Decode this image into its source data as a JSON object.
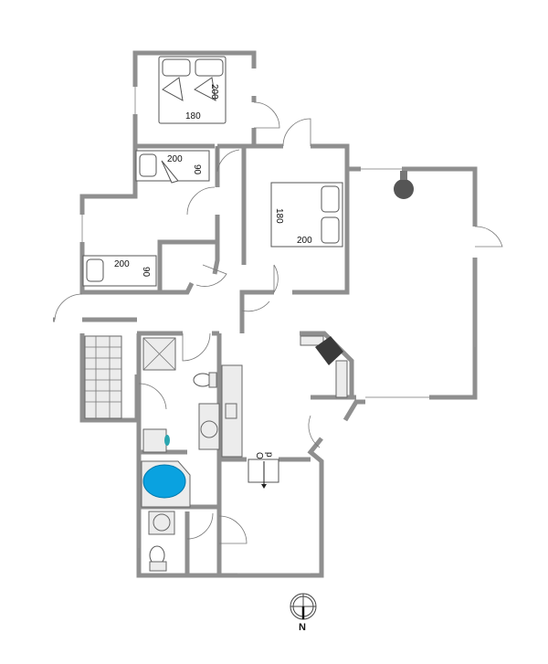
{
  "labels": {
    "master_bed_width": "180",
    "master_bed_length": "200",
    "single_bed_1_length": "200",
    "single_bed_1_width": "90",
    "single_bed_2_length": "200",
    "single_bed_2_width": "90",
    "bed_3_width": "180",
    "bed_3_length": "200",
    "stair_mark_o": "O",
    "stair_mark_p": "p",
    "north": "N"
  },
  "colors": {
    "wall": "#8f8f8f",
    "bathtub": "#0aa2e0",
    "stove": "#3a3a3a"
  },
  "icons": [
    "compass-icon",
    "bathtub-icon",
    "toilet-icon",
    "sink-icon",
    "shower-icon",
    "stove-icon",
    "bed-icon",
    "washing-machine-icon"
  ]
}
